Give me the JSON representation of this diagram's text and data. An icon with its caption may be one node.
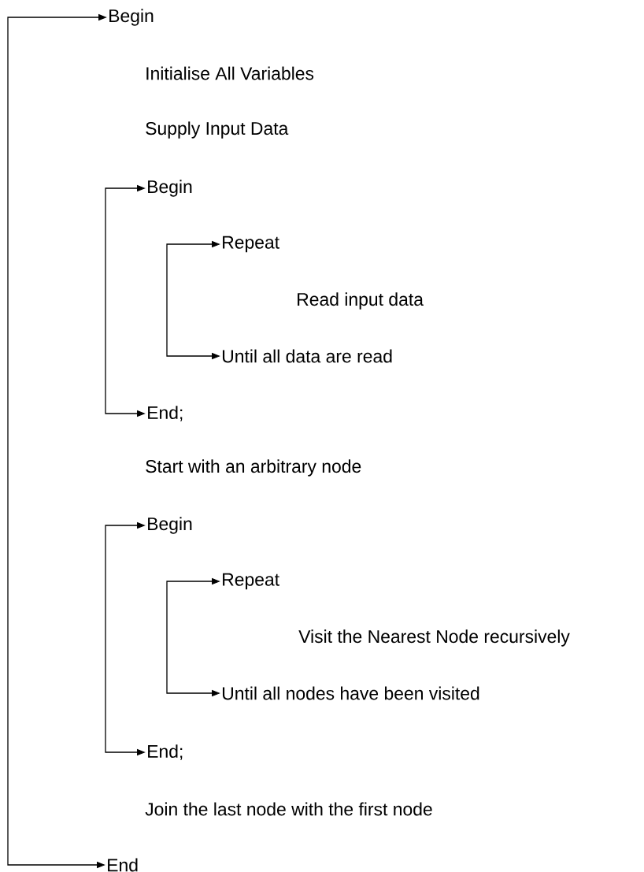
{
  "diagram": {
    "nodes": [
      {
        "text": [
          "Begin"
        ]
      },
      {
        "text": [
          "Initialise All Variables"
        ]
      },
      {
        "text": [
          "Supply Input Data"
        ]
      },
      {
        "text": [
          "Begin"
        ]
      },
      {
        "text": [
          "Repeat"
        ]
      },
      {
        "text": [
          "Read input data"
        ]
      },
      {
        "text": [
          "Until all data are read"
        ]
      },
      {
        "text": [
          "End;"
        ]
      },
      {
        "text": [
          "Start with an arbitrary node"
        ]
      },
      {
        "text": [
          "Begin"
        ]
      },
      {
        "text": [
          "Repeat"
        ]
      },
      {
        "text": [
          "Visit the Nearest Node recursively"
        ]
      },
      {
        "text": [
          "Until all nodes have been visited"
        ]
      },
      {
        "text": [
          "End;"
        ]
      },
      {
        "text": [
          "Join the last node with the first node"
        ]
      },
      {
        "text": [
          "End"
        ]
      }
    ],
    "edges": [
      {
        "from": 0,
        "to": 15,
        "arrow": "both"
      },
      {
        "from": 3,
        "to": 7,
        "arrow": "both"
      },
      {
        "from": 4,
        "to": 6,
        "arrow": "both"
      },
      {
        "from": 9,
        "to": 13,
        "arrow": "both"
      },
      {
        "from": 10,
        "to": 12,
        "arrow": "both"
      }
    ]
  }
}
